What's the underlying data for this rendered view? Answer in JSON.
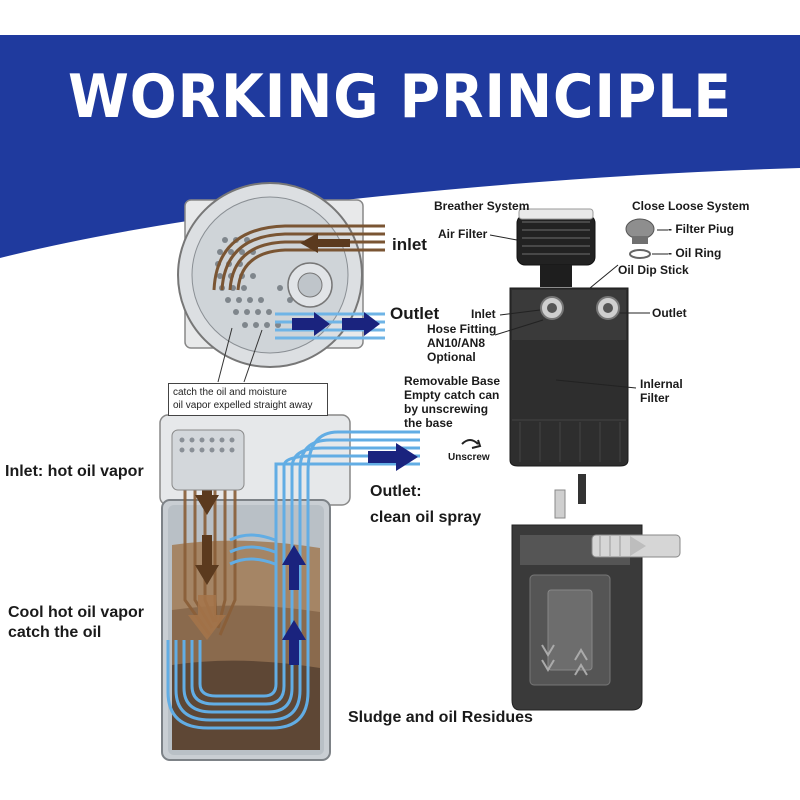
{
  "title": "WORKING PRINCIPLE",
  "colors": {
    "banner": "#1f3a9e",
    "oil_brown": "#6b4a2b",
    "vapor_blue": "#5aa9e0",
    "arrow_navy": "#1a237e"
  },
  "top_view": {
    "inlet": "inlet",
    "outlet": "Outlet"
  },
  "callout": {
    "line1": "catch the oil and moisture",
    "line2": "oil vapor expelled straight away"
  },
  "section_view": {
    "inlet_hot": "Inlet: hot oil vapor",
    "cool_line1": "Cool hot oil vapor",
    "cool_line2": "catch the oil",
    "outlet_line1": "Outlet:",
    "outlet_line2": "clean oil spray",
    "sludge": "Sludge and oil Residues"
  },
  "product": {
    "breather_system": "Breather System",
    "close_loose_system": "Close Loose System",
    "air_filter": "Air Filter",
    "filter_plug": "- Filter Piug",
    "oil_ring": "- Oil Ring",
    "oil_dip_stick": "Oil Dip Stick",
    "inlet": "Inlet",
    "outlet": "Outlet",
    "hose_line1": "Hose Fitting",
    "hose_line2": "AN10/AN8",
    "hose_line3": "Optional",
    "base_line1": "Removable Base",
    "base_line2": "Empty catch can",
    "base_line3": "by unscrewing",
    "base_line4": "the base",
    "unscrew": "Unscrew",
    "internal_line1": "Inlernal",
    "internal_line2": "Filter"
  }
}
